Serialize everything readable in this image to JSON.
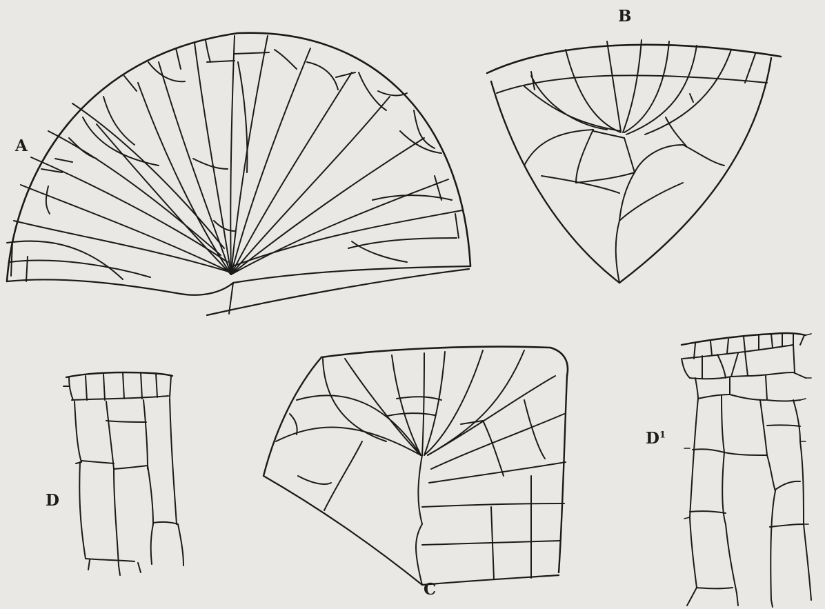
{
  "figure": {
    "labels": {
      "a": "A",
      "b": "B",
      "c": "C",
      "d": "D",
      "d1": "D",
      "d1_sup": "1"
    }
  }
}
